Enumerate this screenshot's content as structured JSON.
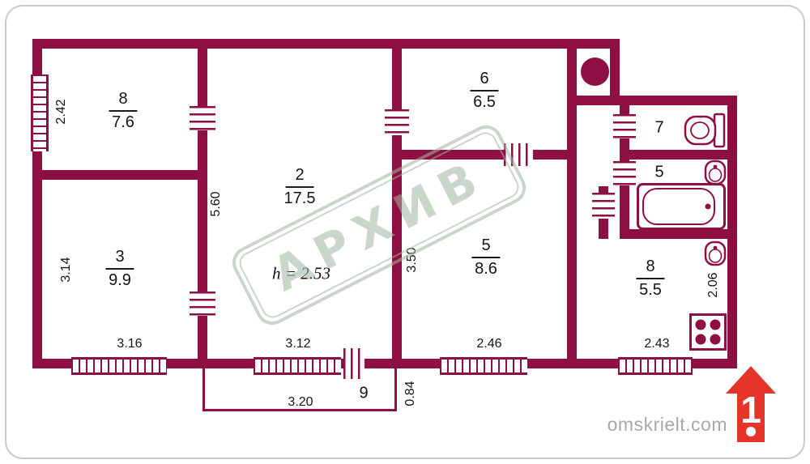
{
  "palette": {
    "wall": "#8e0f42",
    "ink": "#151515",
    "watermark": "#9fb69d",
    "logo-red": "#e5352b",
    "site-gray": "#a9a9a9"
  },
  "watermark_text": "АРХИВ",
  "ceiling_height_label": "h = 2.53",
  "site_label": "omskrielt.com",
  "logo_number": "1",
  "rooms": {
    "top_left": {
      "number": "8",
      "area": "7.6"
    },
    "bottom_left": {
      "number": "3",
      "area": "9.9"
    },
    "center": {
      "number": "2",
      "area": "17.5"
    },
    "top_right": {
      "number": "6",
      "area": "6.5"
    },
    "mid_right": {
      "number": "5",
      "area": "8.6"
    },
    "wc": {
      "number": "7"
    },
    "bath": {
      "number": "5"
    },
    "kitchen": {
      "number": "8",
      "area": "5.5"
    },
    "balcony": {
      "number": "9"
    }
  },
  "dimensions": {
    "room8_left_height": "2.42",
    "room3_left_height": "3.14",
    "room2_inner_height": "5.60",
    "room5_inner_height": "3.50",
    "kitchen_right_height": "2.06",
    "room3_bottom_width": "3.16",
    "room2_bottom_width": "3.12",
    "room5_bottom_width": "2.46",
    "kitchen_bottom_width": "2.43",
    "balcony_width": "3.20",
    "balcony_depth": "0.84"
  }
}
